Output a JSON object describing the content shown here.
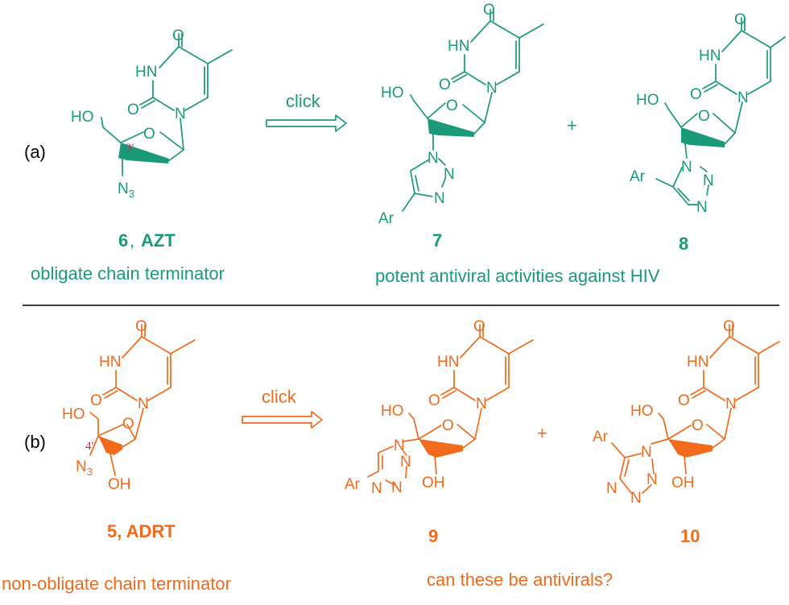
{
  "colors": {
    "green": "#1a9a78",
    "orange": "#f26a1b",
    "pink": "#e0205a",
    "divider": "#000000"
  },
  "panel_a": {
    "tag": "(a)",
    "arrow_label": "click",
    "plus": "+",
    "compound_6": {
      "number": "6",
      "sep": ", ",
      "name": "AZT",
      "desc": "obligate chain terminator",
      "pos_label": "3'"
    },
    "compound_7": {
      "number": "7"
    },
    "compound_8": {
      "number": "8"
    },
    "products_desc": "potent antiviral activities against HIV"
  },
  "panel_b": {
    "tag": "(b)",
    "arrow_label": "click",
    "plus": "+",
    "compound_5": {
      "label": "5, ADRT",
      "desc": "non-obligate chain terminator",
      "pos_label": "4'"
    },
    "compound_9": {
      "number": "9"
    },
    "compound_10": {
      "number": "10"
    },
    "products_desc": "can these be antivirals?"
  },
  "atoms": {
    "O": "O",
    "HN": "HN",
    "N": "N",
    "HO": "HO",
    "OH": "OH",
    "Ar": "Ar",
    "N3_main": "N",
    "N3_sub": "3"
  }
}
